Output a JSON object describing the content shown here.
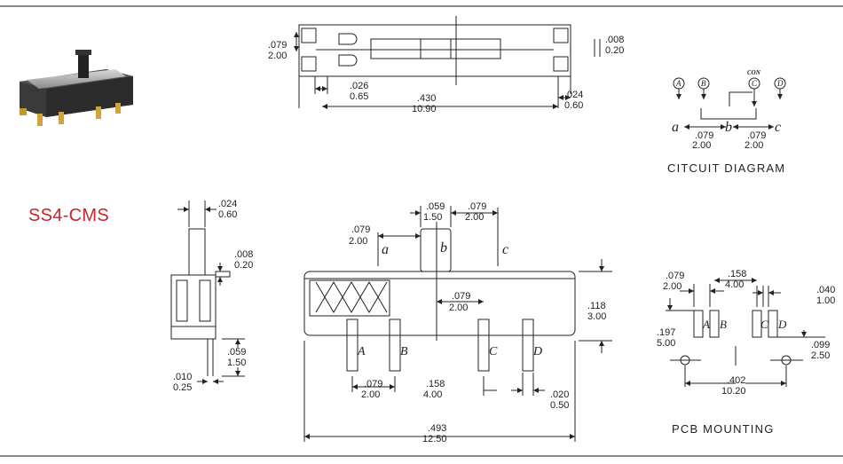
{
  "part_number": "SS4-CMS",
  "top_view": {
    "dim_079_in": ".079",
    "dim_079_mm": "2.00",
    "dim_008_in": ".008",
    "dim_008_mm": "0.20",
    "dim_026_in": ".026",
    "dim_026_mm": "0.65",
    "dim_430_in": ".430",
    "dim_430_mm": "10.90",
    "dim_024_in": ".024",
    "dim_024_mm": "0.60"
  },
  "circuit": {
    "caption": "CITCUIT  DIAGRAM",
    "pin_A": "A",
    "pin_B": "B",
    "pin_C": "C",
    "pin_D": "D",
    "con": "CON",
    "a": "a",
    "b": "b",
    "c": "c",
    "dim1_in": ".079",
    "dim1_mm": "2.00",
    "dim2_in": ".079",
    "dim2_mm": "2.00"
  },
  "side_view": {
    "dim_024_in": ".024",
    "dim_024_mm": "0.60",
    "dim_008_in": ".008",
    "dim_008_mm": "0.20",
    "dim_059_in": ".059",
    "dim_059_mm": "1.50",
    "dim_010_in": ".010",
    "dim_010_mm": "0.25"
  },
  "front_view": {
    "dim_059_in": ".059",
    "dim_059_mm": "1.50",
    "dim_079a_in": ".079",
    "dim_079a_mm": "2.00",
    "dim_079b_in": ".079",
    "dim_079b_mm": "2.00",
    "dim_079c_in": ".079",
    "dim_079c_mm": "2.00",
    "dim_079d_in": ".079",
    "dim_079d_mm": "2.00",
    "dim_118_in": ".118",
    "dim_118_mm": "3.00",
    "dim_158_in": ".158",
    "dim_158_mm": "4.00",
    "dim_020_in": ".020",
    "dim_020_mm": "0.50",
    "dim_493_in": ".493",
    "dim_493_mm": "12.50",
    "pos_a": "a",
    "pos_b": "b",
    "pos_c": "c",
    "pin_A": "A",
    "pin_B": "B",
    "pin_C": "C",
    "pin_D": "D"
  },
  "pcb": {
    "caption": "PCB  MOUNTING",
    "dim_079_in": ".079",
    "dim_079_mm": "2.00",
    "dim_158_in": ".158",
    "dim_158_mm": "4.00",
    "dim_040_in": ".040",
    "dim_040_mm": "1.00",
    "dim_197_in": ".197",
    "dim_197_mm": "5.00",
    "dim_099_in": ".099",
    "dim_099_mm": "2.50",
    "dim_402_in": ".402",
    "dim_402_mm": "10.20",
    "pin_A": "A",
    "pin_B": "B",
    "pin_C": "C",
    "pin_D": "D"
  },
  "colors": {
    "part_number": "#c8252b",
    "rule": "#8a8a8a"
  }
}
